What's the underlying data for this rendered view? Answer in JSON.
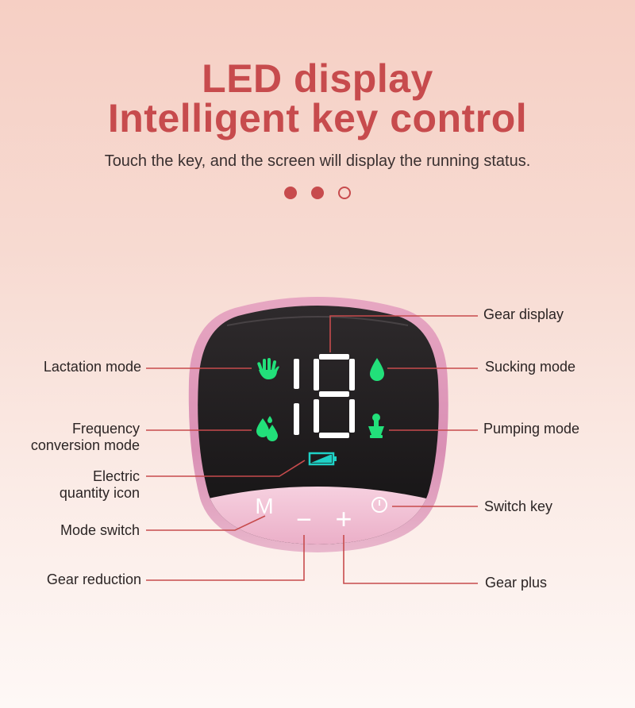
{
  "heading": {
    "line1": "LED display",
    "line2": "Intelligent key control",
    "subtitle": "Touch the key, and the screen will display the running status."
  },
  "pager": {
    "count": 3,
    "active_count": 2
  },
  "device": {
    "display_value": "18",
    "keys": {
      "mode": "M",
      "minus": "−",
      "plus": "+"
    },
    "icons": [
      "hand-icon",
      "water-drop-icon",
      "double-drop-icon",
      "pump-icon",
      "battery-icon",
      "power-icon"
    ],
    "colors": {
      "led_green": "#22e07a",
      "led_white": "#ffffff",
      "battery": "#1fd1c6",
      "accent": "#c74b4d"
    }
  },
  "callouts": {
    "gear_display": "Gear display",
    "lactation_mode": "Lactation mode",
    "sucking_mode": "Sucking mode",
    "frequency_line1": "Frequency",
    "frequency_line2": "conversion mode",
    "pumping_mode": "Pumping mode",
    "electric_line1": "Electric",
    "electric_line2": "quantity icon",
    "switch_key": "Switch key",
    "mode_switch": "Mode switch",
    "gear_reduction": "Gear reduction",
    "gear_plus": "Gear plus"
  }
}
